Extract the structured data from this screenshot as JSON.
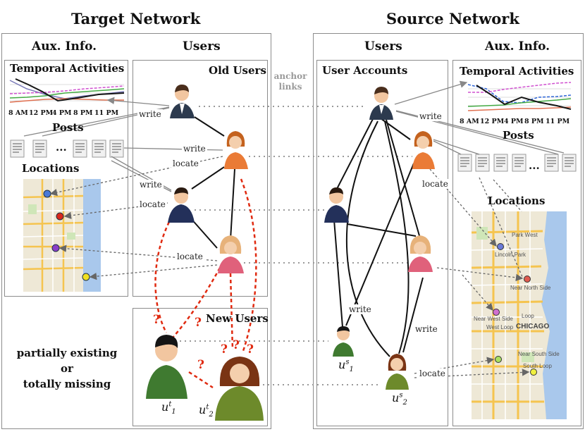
{
  "target": {
    "title": "Target Network",
    "aux_title": "Aux. Info.",
    "users_title": "Users",
    "temporal": "Temporal Activities",
    "posts": "Posts",
    "locations": "Locations",
    "old_users": "Old Users",
    "new_users": "New Users",
    "note_line1": "partially existing",
    "note_line2": "or",
    "note_line3": "totally missing",
    "times": [
      "8 AM",
      "12 PM",
      "4 PM",
      "8 PM",
      "11 PM"
    ]
  },
  "source": {
    "title": "Source Network",
    "users_title": "Users",
    "accounts": "User Accounts",
    "aux_title": "Aux. Info.",
    "temporal": "Temporal Activities",
    "posts": "Posts",
    "locations": "Locations",
    "times": [
      "8 AM",
      "12 PM",
      "4 PM",
      "8 PM",
      "11 PM"
    ]
  },
  "anchor": {
    "line1": "anchor",
    "line2": "links"
  },
  "edges": {
    "write": "write",
    "locate": "locate",
    "question": "?"
  },
  "ellipsis": "...",
  "users": {
    "ut": {
      "base": "u",
      "sup": "t",
      "sub": "1"
    },
    "u2t": {
      "base": "u",
      "sup": "t",
      "sub": "2"
    },
    "us": {
      "base": "u",
      "sup": "s",
      "sub": "1"
    },
    "u2s": {
      "base": "u",
      "sup": "s",
      "sub": "2"
    }
  },
  "map": {
    "labels": [
      "Park West",
      "Lincoln Park",
      "Near North Side",
      "Near West Side",
      "West Loop",
      "CHICAGO",
      "Loop",
      "Near South Side",
      "South Loop"
    ]
  },
  "colors": {
    "border": "#8c8c8c",
    "dotted": "#9a9a9a",
    "question_red": "#e02a10",
    "suit": "#2c3a4e",
    "orange": "#ea7b36",
    "pink": "#e0617b",
    "green_shirt": "#3f7a30",
    "olive": "#6d8a2b"
  }
}
